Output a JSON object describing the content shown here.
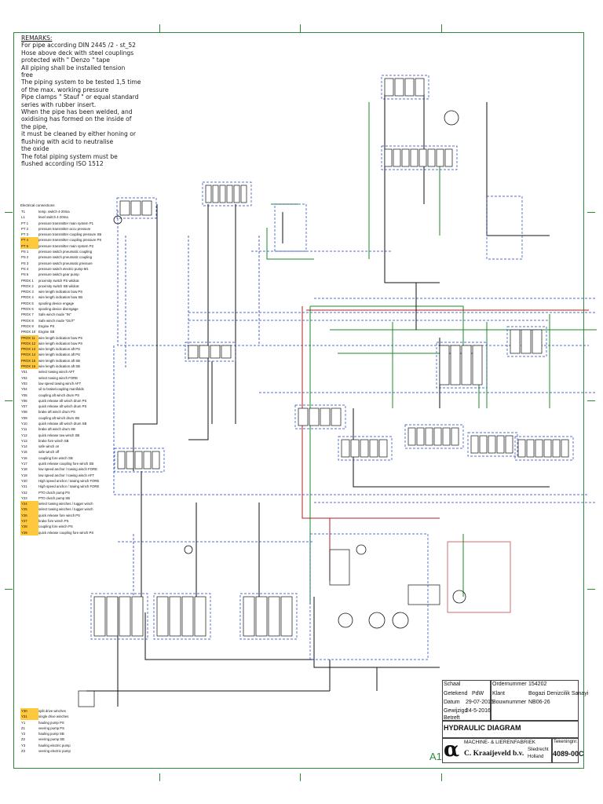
{
  "remarks": {
    "heading": "REMARKS:",
    "lines": [
      "For pipe according DIN 2445 /2 - st_52",
      "Hose above deck with steel couplings",
      "protected with \" Denzo \" tape",
      "All piping shall be installed tension",
      "free",
      "The piping system to be tested 1,5 time",
      "of the max. working pressure",
      "Pipe clamps \" Stauf \" or equal standard",
      "series with rubber insert.",
      "When the pipe has been welded, and",
      "oxidising has formed on the inside of",
      "the pipe,",
      "it must be cleaned by either honing or",
      "flushing with acid to neutralise",
      "the oxide",
      "The fotal piping system must be",
      "flushed according ISO 1512"
    ]
  },
  "electrical": {
    "heading": "Electrical connections",
    "rows": [
      {
        "code": "T1",
        "desc": "temp. switch 4-20ma",
        "hl": false
      },
      {
        "code": "L1",
        "desc": "level switch 4-20ma",
        "hl": false
      },
      {
        "code": "PT 1",
        "desc": "pressure transmitter main system P1",
        "hl": false
      },
      {
        "code": "PT 2",
        "desc": "pressure transmitter accu pressure",
        "hl": false
      },
      {
        "code": "PT 3",
        "desc": "pressure transmitter coupling pressure SB",
        "hl": false
      },
      {
        "code": "PT 4",
        "desc": "pressure transmitter coupling pressure PS",
        "hl": true
      },
      {
        "code": "PT 5",
        "desc": "pressure transmitter main system P2",
        "hl": true
      },
      {
        "code": "PS 1",
        "desc": "pressure switch pneumatic coupling",
        "hl": false
      },
      {
        "code": "PS 2",
        "desc": "pressure switch pneumatic coupling",
        "hl": false
      },
      {
        "code": "PS 3",
        "desc": "pressure switch pneumatic pressure",
        "hl": false
      },
      {
        "code": "PS 4",
        "desc": "pressure switch electric pump M1",
        "hl": false
      },
      {
        "code": "PS 5",
        "desc": "pressure switch gear pump",
        "hl": false
      },
      {
        "code": "PROX 1",
        "desc": "proximity switch PS wildcat",
        "hl": false
      },
      {
        "code": "PROX 2",
        "desc": "proximity switch SB wildcat",
        "hl": false
      },
      {
        "code": "PROX 3",
        "desc": "wire length indication bow PS",
        "hl": false
      },
      {
        "code": "PROX 4",
        "desc": "wire length indication bow SB",
        "hl": false
      },
      {
        "code": "PROX 5",
        "desc": "spooling device engage",
        "hl": false
      },
      {
        "code": "PROX 6",
        "desc": "spooling device disengage",
        "hl": false
      },
      {
        "code": "PROX 7",
        "desc": "Safe winch mode \"IN\"",
        "hl": false
      },
      {
        "code": "PROX 8",
        "desc": "Safe winch mode \"OUT\"",
        "hl": false
      },
      {
        "code": "PROX 9",
        "desc": "Engine PS",
        "hl": false
      },
      {
        "code": "PROX 10",
        "desc": "Engine SB",
        "hl": false
      },
      {
        "code": "PROX 11",
        "desc": "wire length indication bow PS",
        "hl": true
      },
      {
        "code": "PROX 12",
        "desc": "wire length indication bow PS",
        "hl": true
      },
      {
        "code": "PROX 13",
        "desc": "wire length indication aft PS",
        "hl": true
      },
      {
        "code": "PROX 14",
        "desc": "wire length indication aft PS",
        "hl": true
      },
      {
        "code": "PROX 15",
        "desc": "wire length indication aft SB",
        "hl": true
      },
      {
        "code": "PROX 16",
        "desc": "wire length indication aft SB",
        "hl": true
      },
      {
        "code": "Y01",
        "desc": "select towing winch AFT",
        "hl": false
      },
      {
        "code": "Y02",
        "desc": "select towing winch FORE",
        "hl": false
      },
      {
        "code": "Y03",
        "desc": "low speed towing winch AFT",
        "hl": false
      },
      {
        "code": "Y04",
        "desc": "oil to brake/coupling manifolds",
        "hl": false
      },
      {
        "code": "Y05",
        "desc": "coupling aft winch drum PS",
        "hl": false
      },
      {
        "code": "Y06",
        "desc": "quick release aft winch drum PS",
        "hl": false
      },
      {
        "code": "Y07",
        "desc": "quick release aft winch drum PS",
        "hl": false
      },
      {
        "code": "Y08",
        "desc": "brake aft winch drum PS",
        "hl": false
      },
      {
        "code": "Y09",
        "desc": "coupling aft winch drum SB",
        "hl": false
      },
      {
        "code": "Y10",
        "desc": "quick release aft winch drum SB",
        "hl": false
      },
      {
        "code": "Y11",
        "desc": "brake aft winch drum SB",
        "hl": false
      },
      {
        "code": "Y12",
        "desc": "quick release tow winch SB",
        "hl": false
      },
      {
        "code": "Y13",
        "desc": "brake fore winch SB",
        "hl": false
      },
      {
        "code": "Y14",
        "desc": "safe winch on",
        "hl": false
      },
      {
        "code": "Y15",
        "desc": "safe winch off",
        "hl": false
      },
      {
        "code": "Y16",
        "desc": "coupling fore winch SB",
        "hl": false
      },
      {
        "code": "Y17",
        "desc": "quick release coupling fore winch SB",
        "hl": false
      },
      {
        "code": "Y18",
        "desc": "low speed anchor / towing winch FORE",
        "hl": false
      },
      {
        "code": "Y19",
        "desc": "low speed anchor / towing winch AFT",
        "hl": false
      },
      {
        "code": "Y20",
        "desc": "High speed anchor / towing winch FORE",
        "hl": false
      },
      {
        "code": "Y21",
        "desc": "High speed anchor / towing winch FORE",
        "hl": false
      },
      {
        "code": "Y22",
        "desc": "PTO clutch pump PS",
        "hl": false
      },
      {
        "code": "Y23",
        "desc": "PTO clutch pump SB",
        "hl": false
      },
      {
        "code": "Y24",
        "desc": "select towing winches / tugger winch",
        "hl": true
      },
      {
        "code": "Y25",
        "desc": "select towing winches / tugger winch",
        "hl": true
      },
      {
        "code": "Y26",
        "desc": "quick release fore winch PS",
        "hl": true
      },
      {
        "code": "Y27",
        "desc": "brake fore winch PS",
        "hl": true
      },
      {
        "code": "Y28",
        "desc": "coupling fore winch PS",
        "hl": true
      },
      {
        "code": "Y29",
        "desc": "quick release coupling fore winch PS",
        "hl": true
      }
    ]
  },
  "electrical_lower": {
    "rows": [
      {
        "code": "Y30",
        "desc": "split drive winches",
        "hl": true
      },
      {
        "code": "Y31",
        "desc": "single drive winches",
        "hl": true
      },
      {
        "code": "Y1",
        "desc": "hauling pump PS",
        "hl": false
      },
      {
        "code": "Z1",
        "desc": "veering pump PS",
        "hl": false
      },
      {
        "code": "Y2",
        "desc": "hauling pump SB",
        "hl": false
      },
      {
        "code": "Z2",
        "desc": "veering pump SB",
        "hl": false
      },
      {
        "code": "Y3",
        "desc": "hauling electric pump",
        "hl": false
      },
      {
        "code": "Z3",
        "desc": "veering electric pump",
        "hl": false
      }
    ]
  },
  "title_block": {
    "schaal_label": "Schaal",
    "getekend_label": "Getekend",
    "getekend_value": "PdW",
    "datum_label": "Datum",
    "datum_value": "29-07-2015",
    "gewijzigd_label": "Gewijzigd",
    "gewijzigd_value": "24-5-2016",
    "betreft_label": "Betreft",
    "order_label": "Ordernummer",
    "order_value": "154202",
    "klant_label": "Klant",
    "klant_value": "Bogazi Denizcilik Sanayi",
    "bouw_label": "Bouwnummer",
    "bouw_value": "NB06-26",
    "title": "HYDRAULIC DIAGRAM",
    "company_line": "MACHINE- & LIERENFABRIEK",
    "company_name": "C. Kraaijeveld b.v.",
    "city": "Sliedrecht",
    "country": "Holland",
    "tekening_label": "Tekeningnr.",
    "tekening_value": "4089-00C",
    "logo_glyph": "α"
  },
  "sheet_size": "A1",
  "colors": {
    "frame": "#2e8b3a",
    "pressure_line": "#1b3fbf",
    "return_line": "#1a8a2a",
    "drain_line": "#b02020",
    "highlight": "#ffc83d"
  }
}
